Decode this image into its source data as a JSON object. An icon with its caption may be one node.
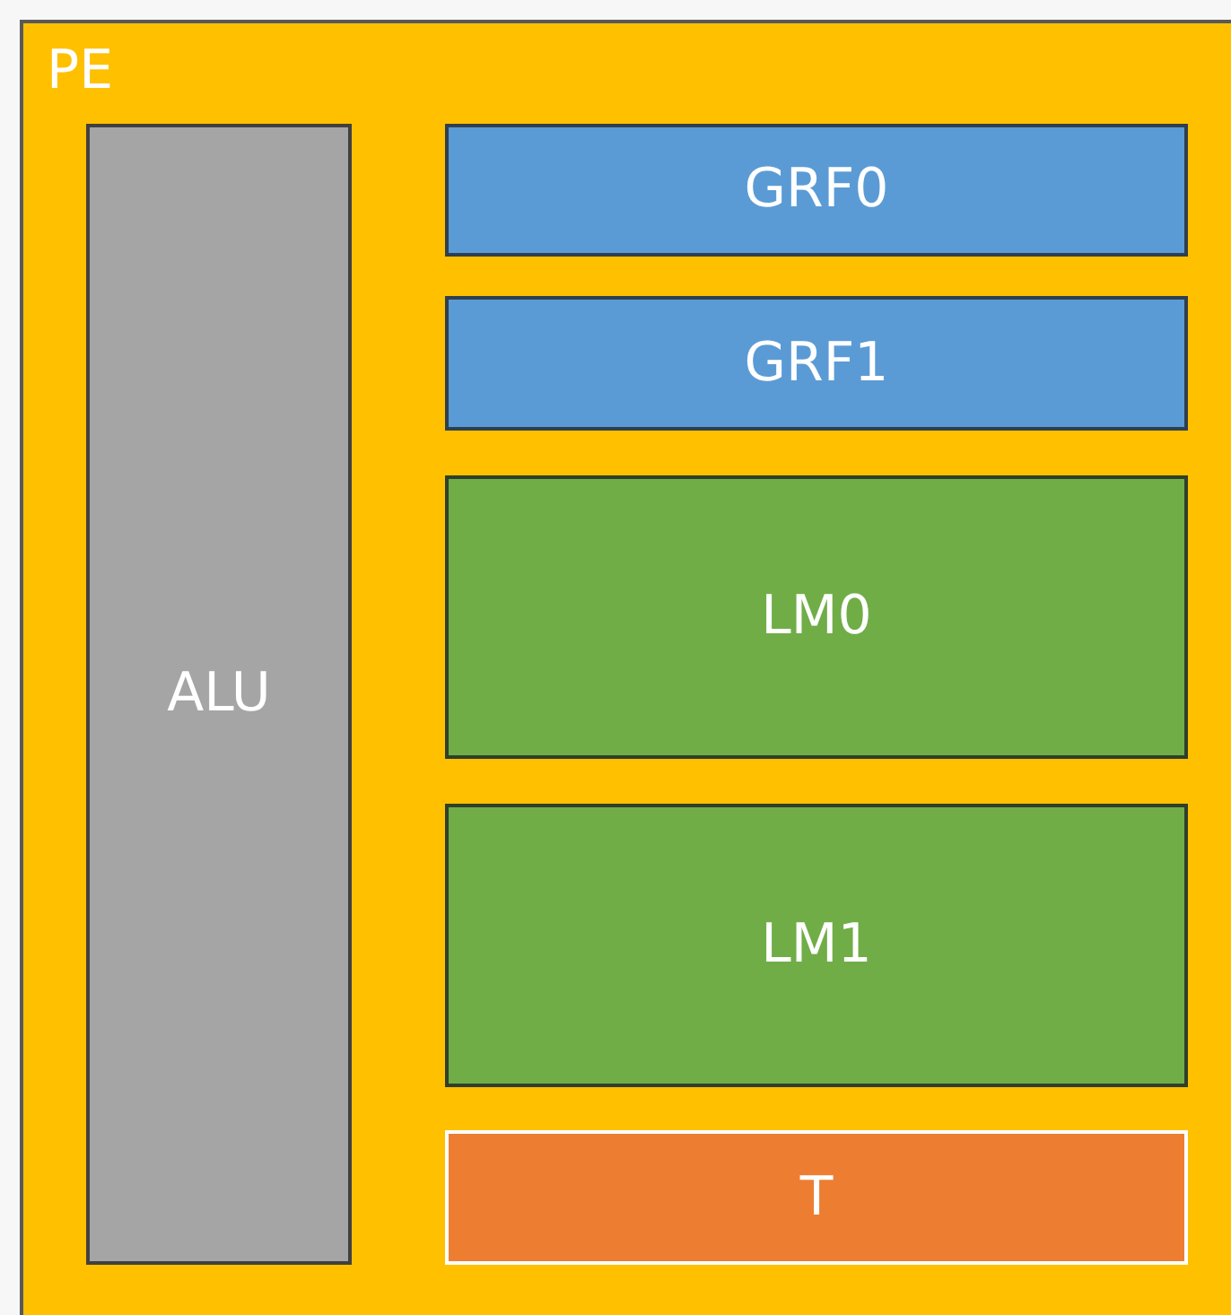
{
  "diagram": {
    "nodes": [
      {
        "text": [
          "PE"
        ]
      },
      {
        "text": [
          "ALU"
        ],
        "in": 0
      },
      {
        "text": [
          "GRF0"
        ],
        "in": 0
      },
      {
        "text": [
          "GRF1"
        ],
        "in": 0
      },
      {
        "text": [
          "LM0"
        ],
        "in": 0
      },
      {
        "text": [
          "LM1"
        ],
        "in": 0
      },
      {
        "text": [
          "T"
        ],
        "in": 0
      }
    ]
  }
}
